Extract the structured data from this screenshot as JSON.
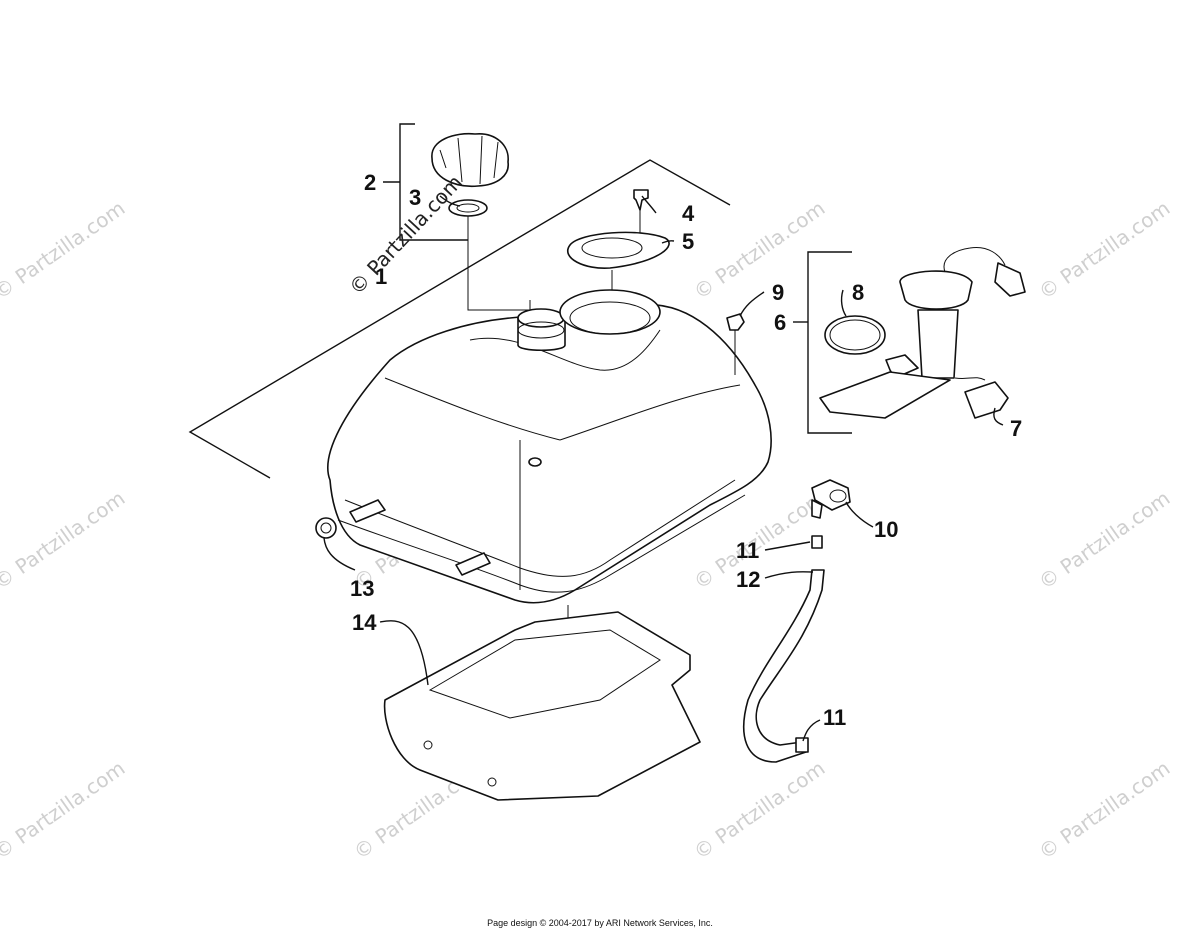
{
  "callouts": [
    "1",
    "2",
    "3",
    "4",
    "5",
    "6",
    "7",
    "8",
    "9",
    "10",
    "11",
    "12",
    "13",
    "14",
    "11"
  ],
  "watermark": "© Partzilla.com",
  "footer": "Page design © 2004-2017 by ARI Network Services, Inc."
}
